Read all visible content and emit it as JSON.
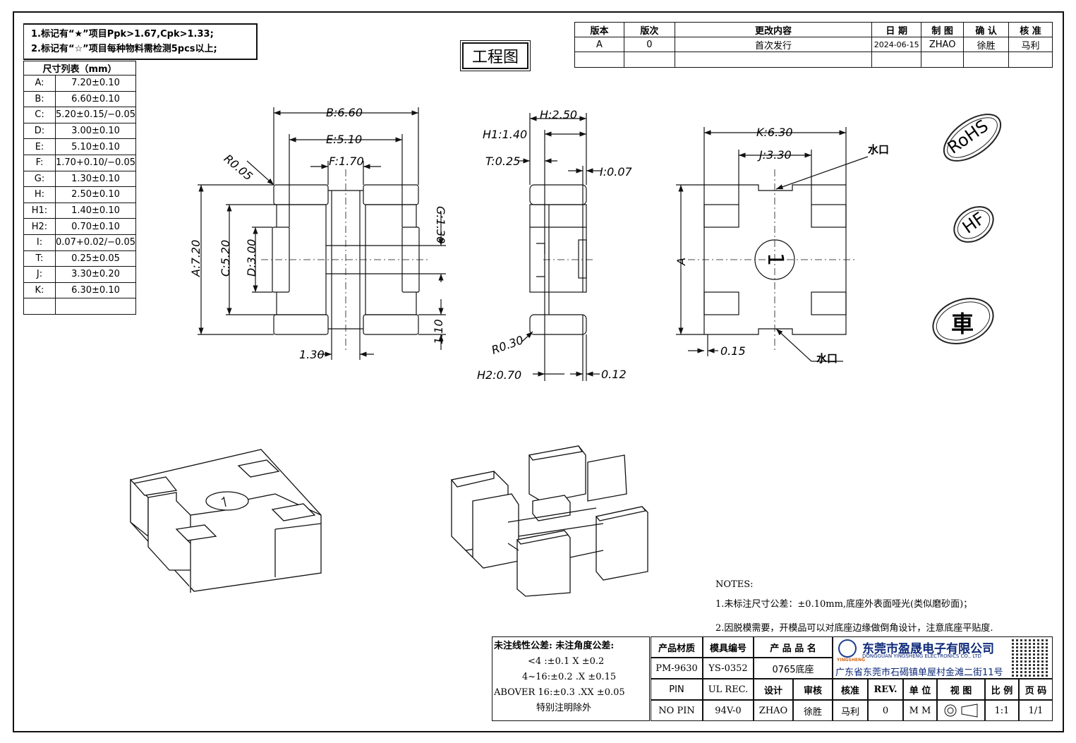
{
  "header_notes": [
    "1.标记有“★”项目Ppk>1.67,Cpk>1.33;",
    "2.标记有“☆”项目每种物料需检测5pcs以上;"
  ],
  "drawing_title": "工程图",
  "revision_table": {
    "headers": [
      "版本",
      "版次",
      "更改内容",
      "日 期",
      "制 图",
      "确 认",
      "核 准"
    ],
    "row": [
      "A",
      "0",
      "首次发行",
      "2024-06-15",
      "ZHAO",
      "徐胜",
      "马利"
    ]
  },
  "dimension_table": {
    "title": "尺寸列表（mm）",
    "rows": [
      [
        "A:",
        "7.20±0.10"
      ],
      [
        "B:",
        "6.60±0.10"
      ],
      [
        "C:",
        "5.20±0.15/−0.05"
      ],
      [
        "D:",
        "3.00±0.10"
      ],
      [
        "E:",
        "5.10±0.10"
      ],
      [
        "F:",
        "1.70+0.10/−0.05"
      ],
      [
        "G:",
        "1.30±0.10"
      ],
      [
        "H:",
        "2.50±0.10"
      ],
      [
        "H1:",
        "1.40±0.10"
      ],
      [
        "H2:",
        "0.70±0.10"
      ],
      [
        "I:",
        "0.07+0.02/−0.05"
      ],
      [
        "T:",
        "0.25±0.05"
      ],
      [
        "J:",
        "3.30±0.20"
      ],
      [
        "K:",
        "6.30±0.10"
      ],
      [
        "",
        ""
      ]
    ]
  },
  "dims": {
    "b": "B:6.60",
    "e": "E:5.10",
    "f": "F:1.70",
    "r005": "R0.05",
    "a": "A:7.20",
    "c": "C:5.20",
    "d": "D:3.00",
    "g": "G:1.30",
    "d110": "1.10",
    "d130": "1.30",
    "h": "H:2.50",
    "h1": "H1:1.40",
    "t": "T:0.25",
    "i": "I:0.07",
    "r030": "R0.30",
    "h2": "H2:0.70",
    "d012": "0.12",
    "k": "K:6.30",
    "j": "J:3.30",
    "a_plain": "A",
    "d015": "0.15",
    "gate_top": "水口",
    "gate_bottom": "水口",
    "pin_mark": "1"
  },
  "stamps": [
    "RoHS",
    "HF",
    "車"
  ],
  "notes": [
    "NOTES:",
    "1.未标注尺寸公差：±0.10mm,底座外表面哑光(类似磨砂面)；",
    "2.因脱模需要，开模品可以对底座边缘做倒角设计，注意底座平贴度."
  ],
  "tolerances": {
    "head": "未注线性公差:   未注角度公差:",
    "lines": [
      "<4 :±0.1  X ±0.2",
      "4~16:±0.2  .X ±0.15",
      "ABOVER 16:±0.3  .XX ±0.05"
    ],
    "foot": "特别注明除外"
  },
  "title_block": {
    "r1": [
      "产品材质",
      "模具编号",
      "产 品 品 名"
    ],
    "r2": [
      "PM-9630",
      "YS-0352",
      "0765底座"
    ],
    "r3": [
      "PIN",
      "UL REC.",
      "设计",
      "审核",
      "核准",
      "REV.",
      "单 位",
      "视 图",
      "比 例",
      "页 码"
    ],
    "r4": [
      "NO PIN",
      "94V-0",
      "ZHAO",
      "徐胜",
      "马利",
      "0",
      "M M",
      "",
      "1:1",
      "1/1"
    ],
    "company": "东莞市盈晟电子有限公司",
    "company_en": "DONGGUAN YINGSHENG ELECTRONICS CO., LTD",
    "logo_text": "YINGSHENG",
    "address": "广东省东莞市石碣镇单屋村金滩二街11号"
  }
}
